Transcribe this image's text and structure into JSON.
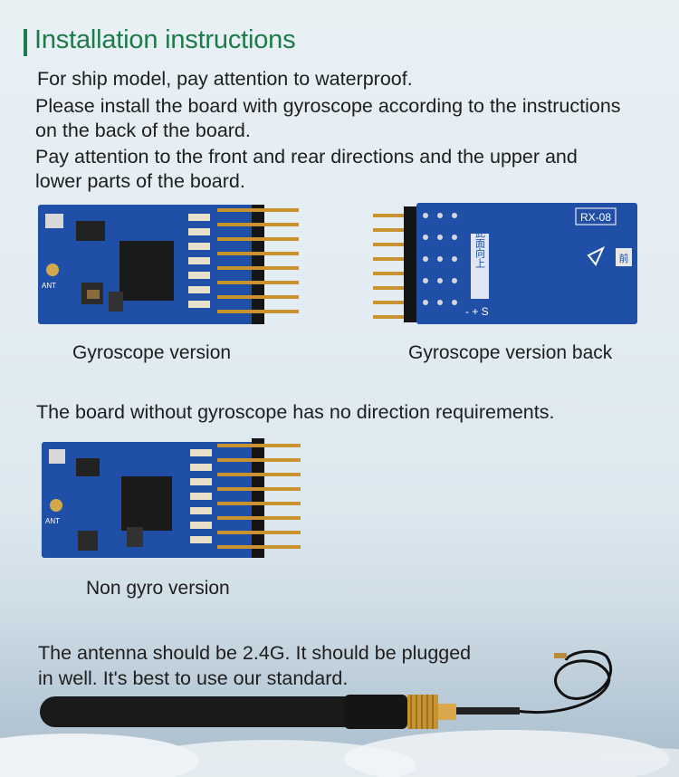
{
  "heading": "Installation instructions",
  "lines": {
    "l1": "For ship model, pay attention to waterproof.",
    "l2": "Please install the board with gyroscope according to the instructions",
    "l3": "on the back of the board.",
    "l4": "Pay attention to the front and rear directions and the upper and",
    "l5": "lower parts of the board."
  },
  "captions": {
    "gyro": "Gyroscope version",
    "gyro_back": "Gyroscope version back",
    "non_gyro": "Non gyro version"
  },
  "no_gyro_note": "The board without gyroscope has no direction requirements.",
  "antenna": {
    "line1": "The antenna should be 2.4G. It should be plugged",
    "line2": "in well. It's best to use our standard."
  },
  "board_labels": {
    "model": "RX-08",
    "chinese_direction": "此面向上",
    "front_char": "前",
    "minus_plus_s": "- + S",
    "ant": "ANT"
  },
  "colors": {
    "accent": "#1f7a4a",
    "pcb": "#1f4fa6",
    "pin_gold": "#c9932f"
  }
}
